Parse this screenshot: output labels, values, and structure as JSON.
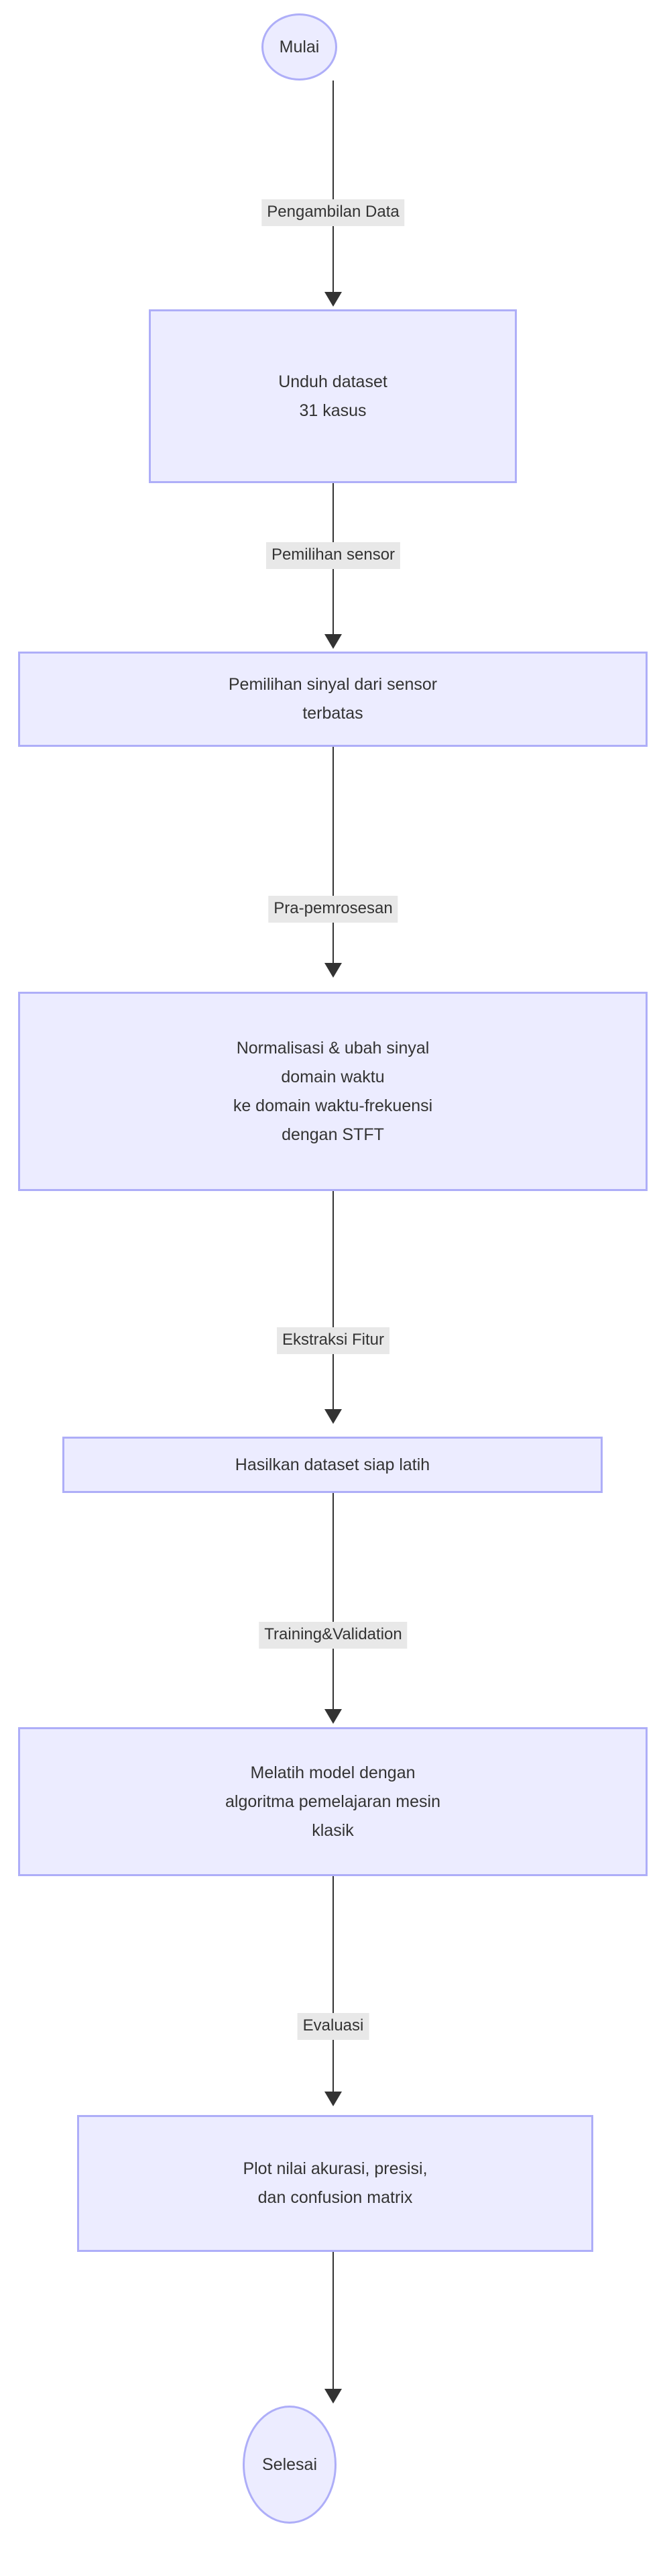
{
  "diagram": {
    "type": "flowchart",
    "orientation": "top-to-bottom",
    "language": "Indonesian",
    "colors": {
      "node_fill": "#ECECFF",
      "node_border": "#AEAEF8",
      "edge_stroke": "#333333",
      "edge_label_background": "#E8E8E8",
      "text": "#333333",
      "canvas_background": "#FFFFFF"
    },
    "nodes": [
      {
        "id": "start",
        "shape": "terminator",
        "lines": [
          "Mulai"
        ]
      },
      {
        "id": "download",
        "shape": "process",
        "lines": [
          "Unduh dataset",
          "31 kasus"
        ]
      },
      {
        "id": "signal_selection",
        "shape": "process",
        "lines": [
          "Pemilihan sinyal dari sensor",
          "terbatas"
        ]
      },
      {
        "id": "preprocess",
        "shape": "process",
        "lines": [
          "Normalisasi & ubah sinyal",
          "domain waktu",
          "ke domain waktu-frekuensi",
          "dengan STFT"
        ]
      },
      {
        "id": "dataset_ready",
        "shape": "process",
        "lines": [
          "Hasilkan dataset siap latih"
        ]
      },
      {
        "id": "train_model",
        "shape": "process",
        "lines": [
          "Melatih model dengan",
          "algoritma pemelajaran mesin",
          "klasik"
        ]
      },
      {
        "id": "plot_metrics",
        "shape": "process",
        "lines": [
          "Plot nilai akurasi, presisi,",
          "dan confusion matrix"
        ]
      },
      {
        "id": "end",
        "shape": "terminator",
        "lines": [
          "Selesai"
        ]
      }
    ],
    "edges": [
      {
        "id": "e1",
        "from": "start",
        "to": "download",
        "label": "Pengambilan Data"
      },
      {
        "id": "e2",
        "from": "download",
        "to": "signal_selection",
        "label": "Pemilihan sensor"
      },
      {
        "id": "e3",
        "from": "signal_selection",
        "to": "preprocess",
        "label": "Pra-pemrosesan"
      },
      {
        "id": "e4",
        "from": "preprocess",
        "to": "dataset_ready",
        "label": "Ekstraksi Fitur"
      },
      {
        "id": "e5",
        "from": "dataset_ready",
        "to": "train_model",
        "label": "Training&Validation"
      },
      {
        "id": "e6",
        "from": "train_model",
        "to": "plot_metrics",
        "label": "Evaluasi"
      },
      {
        "id": "e7",
        "from": "plot_metrics",
        "to": "end",
        "label": ""
      }
    ]
  }
}
